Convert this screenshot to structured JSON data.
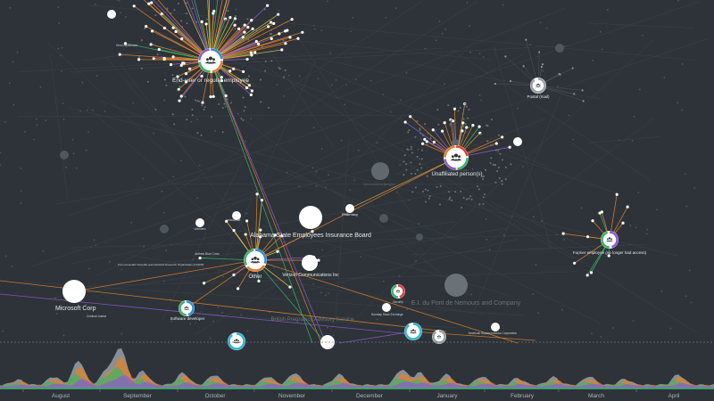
{
  "graph": {
    "hubs": [
      {
        "id": "enduser",
        "label": "End-user or regular employee",
        "segments": [
          "#2f8fd6",
          "#e0812e",
          "#3bb36b",
          "#8f5bd1"
        ]
      },
      {
        "id": "unaffiliated",
        "label": "Unaffiliated person(s)",
        "segments": [
          "#e1423b",
          "#3bb36b",
          "#8f5bd1",
          "#e0812e"
        ]
      },
      {
        "id": "other",
        "label": "Other",
        "segments": [
          "#2f8fd6",
          "#e0812e",
          "#3bb36b"
        ]
      },
      {
        "id": "former",
        "label": "Former employee (no longer had access)",
        "segments": [
          "#8f5bd1",
          "#3bb36b"
        ]
      },
      {
        "id": "postal",
        "label": "Postal (mail)",
        "segments": [
          "#9aa0a6"
        ]
      },
      {
        "id": "software",
        "label": "Software developer",
        "segments": [
          "#2f8fd6",
          "#3bb36b"
        ]
      },
      {
        "id": "redsmall",
        "label": "",
        "segments": [
          "#e1423b",
          "#3bb36b"
        ]
      },
      {
        "id": "cyan1",
        "label": "",
        "segments": [
          "#2fb6d6"
        ]
      },
      {
        "id": "cyan2",
        "label": "",
        "segments": [
          "#2fb6d6"
        ]
      },
      {
        "id": "gray1",
        "label": "",
        "segments": [
          "#9aa0a6"
        ]
      }
    ],
    "orgs": [
      {
        "id": "aseib",
        "label": "Alabama State Employees Insurance Board"
      },
      {
        "id": "verizon",
        "label": "Verizon Communications Inc"
      },
      {
        "id": "microsoft",
        "label": "Microsoft Corp"
      },
      {
        "id": "dupont",
        "label": "E.I. du Pont de Nemours and Company"
      },
      {
        "id": "bpas",
        "label": "British Pregnancy Advisory Service"
      },
      {
        "id": "amerisource",
        "label": "AmerisourceBergen"
      },
      {
        "id": "linkedin",
        "label": "LinkedIn Corp"
      },
      {
        "id": "pharmacy",
        "label": "Pharmacy"
      }
    ],
    "small_labels": [
      {
        "id": "s1",
        "label": "Unknown"
      },
      {
        "id": "s2",
        "label": "Inaccurate"
      },
      {
        "id": "s3",
        "label": "Anthem Blue Cross"
      },
      {
        "id": "s4",
        "label": "Commonwealth Scientific and Industrial Research Organisation (CSIRO)"
      },
      {
        "id": "s5",
        "label": "Criminal Justice"
      },
      {
        "id": "s6",
        "label": "Security"
      },
      {
        "id": "s7",
        "label": "American Superconductor Corporation"
      },
      {
        "id": "s8",
        "label": "Ohio Department"
      },
      {
        "id": "s9",
        "label": "Bombay Stock Exchange"
      }
    ]
  },
  "timeline": {
    "months": [
      "August",
      "September",
      "October",
      "November",
      "December",
      "January",
      "February",
      "March",
      "April"
    ],
    "series_colors": [
      "#9aa0a6",
      "#e0812e",
      "#3bb36b",
      "#8f5bd1",
      "#e1423b"
    ]
  },
  "colors": {
    "background": "#2d3338",
    "edge_orange": "#e0812e",
    "edge_green": "#3bb36b",
    "edge_purple": "#8f5bd1",
    "node_white": "#ffffff"
  }
}
